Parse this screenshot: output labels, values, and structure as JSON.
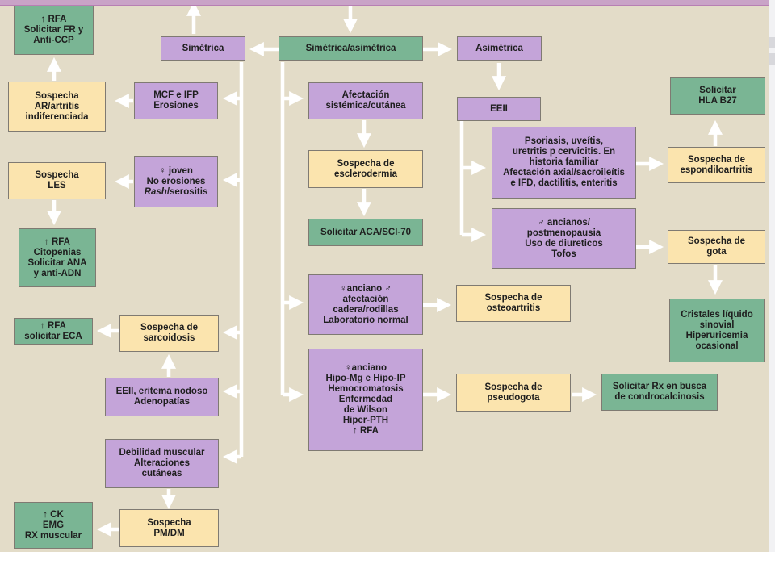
{
  "colors": {
    "background": "#e3dcc8",
    "green": "#7ab594",
    "yellow": "#fbe4ae",
    "purple": "#c4a4d9",
    "arrow": "#ffffff"
  },
  "boxes": {
    "rfa_fr_ccp": "↑ RFA\nSolicitar FR y\nAnti-CCP",
    "simetrica": "Simétrica",
    "simetrica_asimetrica": "Simétrica/asimétrica",
    "asimetrica": "Asimétrica",
    "sospecha_ar": "Sospecha\nAR/artritis\nindiferenciada",
    "mcf_ifp": "MCF e IFP\nErosiones",
    "afectacion_sistemica": "Afectación\nsistémica/cutánea",
    "eeii": "EEII",
    "hla_b27": "Solicitar\nHLA B27",
    "sospecha_les": "Sospecha\nLES",
    "mujer_joven": "♀ joven\nNo erosiones\nRash/serositis",
    "sospecha_esclerodermia": "Sospecha de\nesclerodermia",
    "psoriasis": "Psoriasis, uveítis,\nuretritis p cervicitis. En\nhistoria familiar\nAfectación axial/sacroileítis\ne IFD, dactilitis, enteritis",
    "sospecha_espondiloartritis": "Sospecha de\nespondiloartritis",
    "rfa_citopenias": "↑ RFA\nCitopenias\nSolicitar ANA\ny anti-ADN",
    "solicitar_aca": "Solicitar ACA/SCl-70",
    "ancianos_postmeno": "♂ ancianos/\npostmenopausia\nUso de diureticos\nTofos",
    "sospecha_gota": "Sospecha de\ngota",
    "anciano_cadera": "♀anciano ♂\nafectación\ncadera/rodillas\nLaboratorio normal",
    "sospecha_osteoartritis": "Sospecha de\nosteoartritis",
    "cristales": "Cristales líquido\nsinovial\nHiperuricemia\nocasional",
    "rfa_eca": "↑ RFA\nsolicitar ECA",
    "sospecha_sarcoidosis": "Sospecha de\nsarcoidosis",
    "anciano_hipomg": "♀anciano\nHipo-Mg e Hipo-IP\nHemocromatosis\nEnfermedad\nde Wilson\nHiper-PTH\n↑ RFA",
    "sospecha_pseudogota": "Sospecha de\npseudogota",
    "rx_condrocalcinosis": "Solicitar Rx en busca\nde condrocalcinosis",
    "eeii_eritema": "EEII, eritema nodoso\nAdenopatías",
    "debilidad_muscular": "Debilidad muscular\nAlteraciones\ncutáneas",
    "ck_emg": "↑ CK\nEMG\nRX muscular",
    "sospecha_pm_dm": "Sospecha\nPM/DM"
  }
}
